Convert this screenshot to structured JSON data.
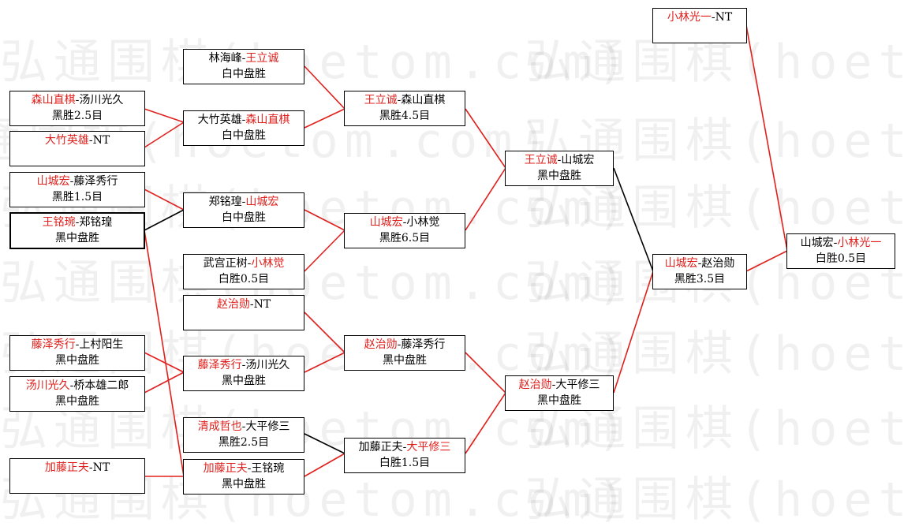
{
  "watermark": "弘通围棋(hoetom.com)",
  "colors": {
    "winner": "#e0201c",
    "line_red": "#e0201c",
    "line_black": "#000000"
  },
  "matches": [
    {
      "id": "m1",
      "a": "森山直棋",
      "b": "汤川光久",
      "winner": "a",
      "result": "黑胜2.5目"
    },
    {
      "id": "m2",
      "a": "大竹英雄",
      "b": "NT",
      "winner": "a",
      "result": ""
    },
    {
      "id": "m3",
      "a": "山城宏",
      "b": "藤泽秀行",
      "winner": "a",
      "result": "黑胜1.5目"
    },
    {
      "id": "m4",
      "a": "王铭琬",
      "b": "郑铭瑝",
      "winner": "a",
      "result": "黑中盘胜"
    },
    {
      "id": "m5",
      "a": "藤泽秀行",
      "b": "上村阳生",
      "winner": "a",
      "result": "黑中盘胜"
    },
    {
      "id": "m6",
      "a": "汤川光久",
      "b": "桥本雄二郎",
      "winner": "a",
      "result": "黑中盘胜"
    },
    {
      "id": "m7",
      "a": "加藤正夫",
      "b": "NT",
      "winner": "a",
      "result": ""
    },
    {
      "id": "m8",
      "a": "林海峰",
      "b": "王立诚",
      "winner": "b",
      "result": "白中盘胜"
    },
    {
      "id": "m9",
      "a": "大竹英雄",
      "b": "森山直棋",
      "winner": "b",
      "result": "白中盘胜"
    },
    {
      "id": "m10",
      "a": "郑铭瑝",
      "b": "山城宏",
      "winner": "b",
      "result": "白中盘胜"
    },
    {
      "id": "m11",
      "a": "武宫正树",
      "b": "小林觉",
      "winner": "b",
      "result": "白胜0.5目"
    },
    {
      "id": "m12",
      "a": "赵治勋",
      "b": "NT",
      "winner": "a",
      "result": ""
    },
    {
      "id": "m13",
      "a": "藤泽秀行",
      "b": "汤川光久",
      "winner": "a",
      "result": "黑中盘胜"
    },
    {
      "id": "m14",
      "a": "清成哲也",
      "b": "大平修三",
      "winner": "a",
      "result": "黑胜2.5目"
    },
    {
      "id": "m15",
      "a": "加藤正夫",
      "b": "王铭琬",
      "winner": "a",
      "result": "黑中盘胜"
    },
    {
      "id": "m16",
      "a": "王立诚",
      "b": "森山直棋",
      "winner": "a",
      "result": "黑胜4.5目"
    },
    {
      "id": "m17",
      "a": "山城宏",
      "b": "小林觉",
      "winner": "a",
      "result": "黑胜6.5目"
    },
    {
      "id": "m18",
      "a": "赵治勋",
      "b": "藤泽秀行",
      "winner": "a",
      "result": "黑中盘胜"
    },
    {
      "id": "m19",
      "a": "加藤正夫",
      "b": "大平修三",
      "winner": "b",
      "result": "白胜1.5目"
    },
    {
      "id": "m20",
      "a": "王立诚",
      "b": "山城宏",
      "winner": "a",
      "result": "黑中盘胜"
    },
    {
      "id": "m21",
      "a": "赵治勋",
      "b": "大平修三",
      "winner": "a",
      "result": "黑中盘胜"
    },
    {
      "id": "m22",
      "a": "山城宏",
      "b": "赵治勋",
      "winner": "a",
      "result": "黑胜3.5目"
    },
    {
      "id": "m23",
      "a": "小林光一",
      "b": "NT",
      "winner": "a",
      "result": ""
    },
    {
      "id": "m24",
      "a": "山城宏",
      "b": "小林光一",
      "winner": "b",
      "result": "白胜0.5目"
    }
  ]
}
